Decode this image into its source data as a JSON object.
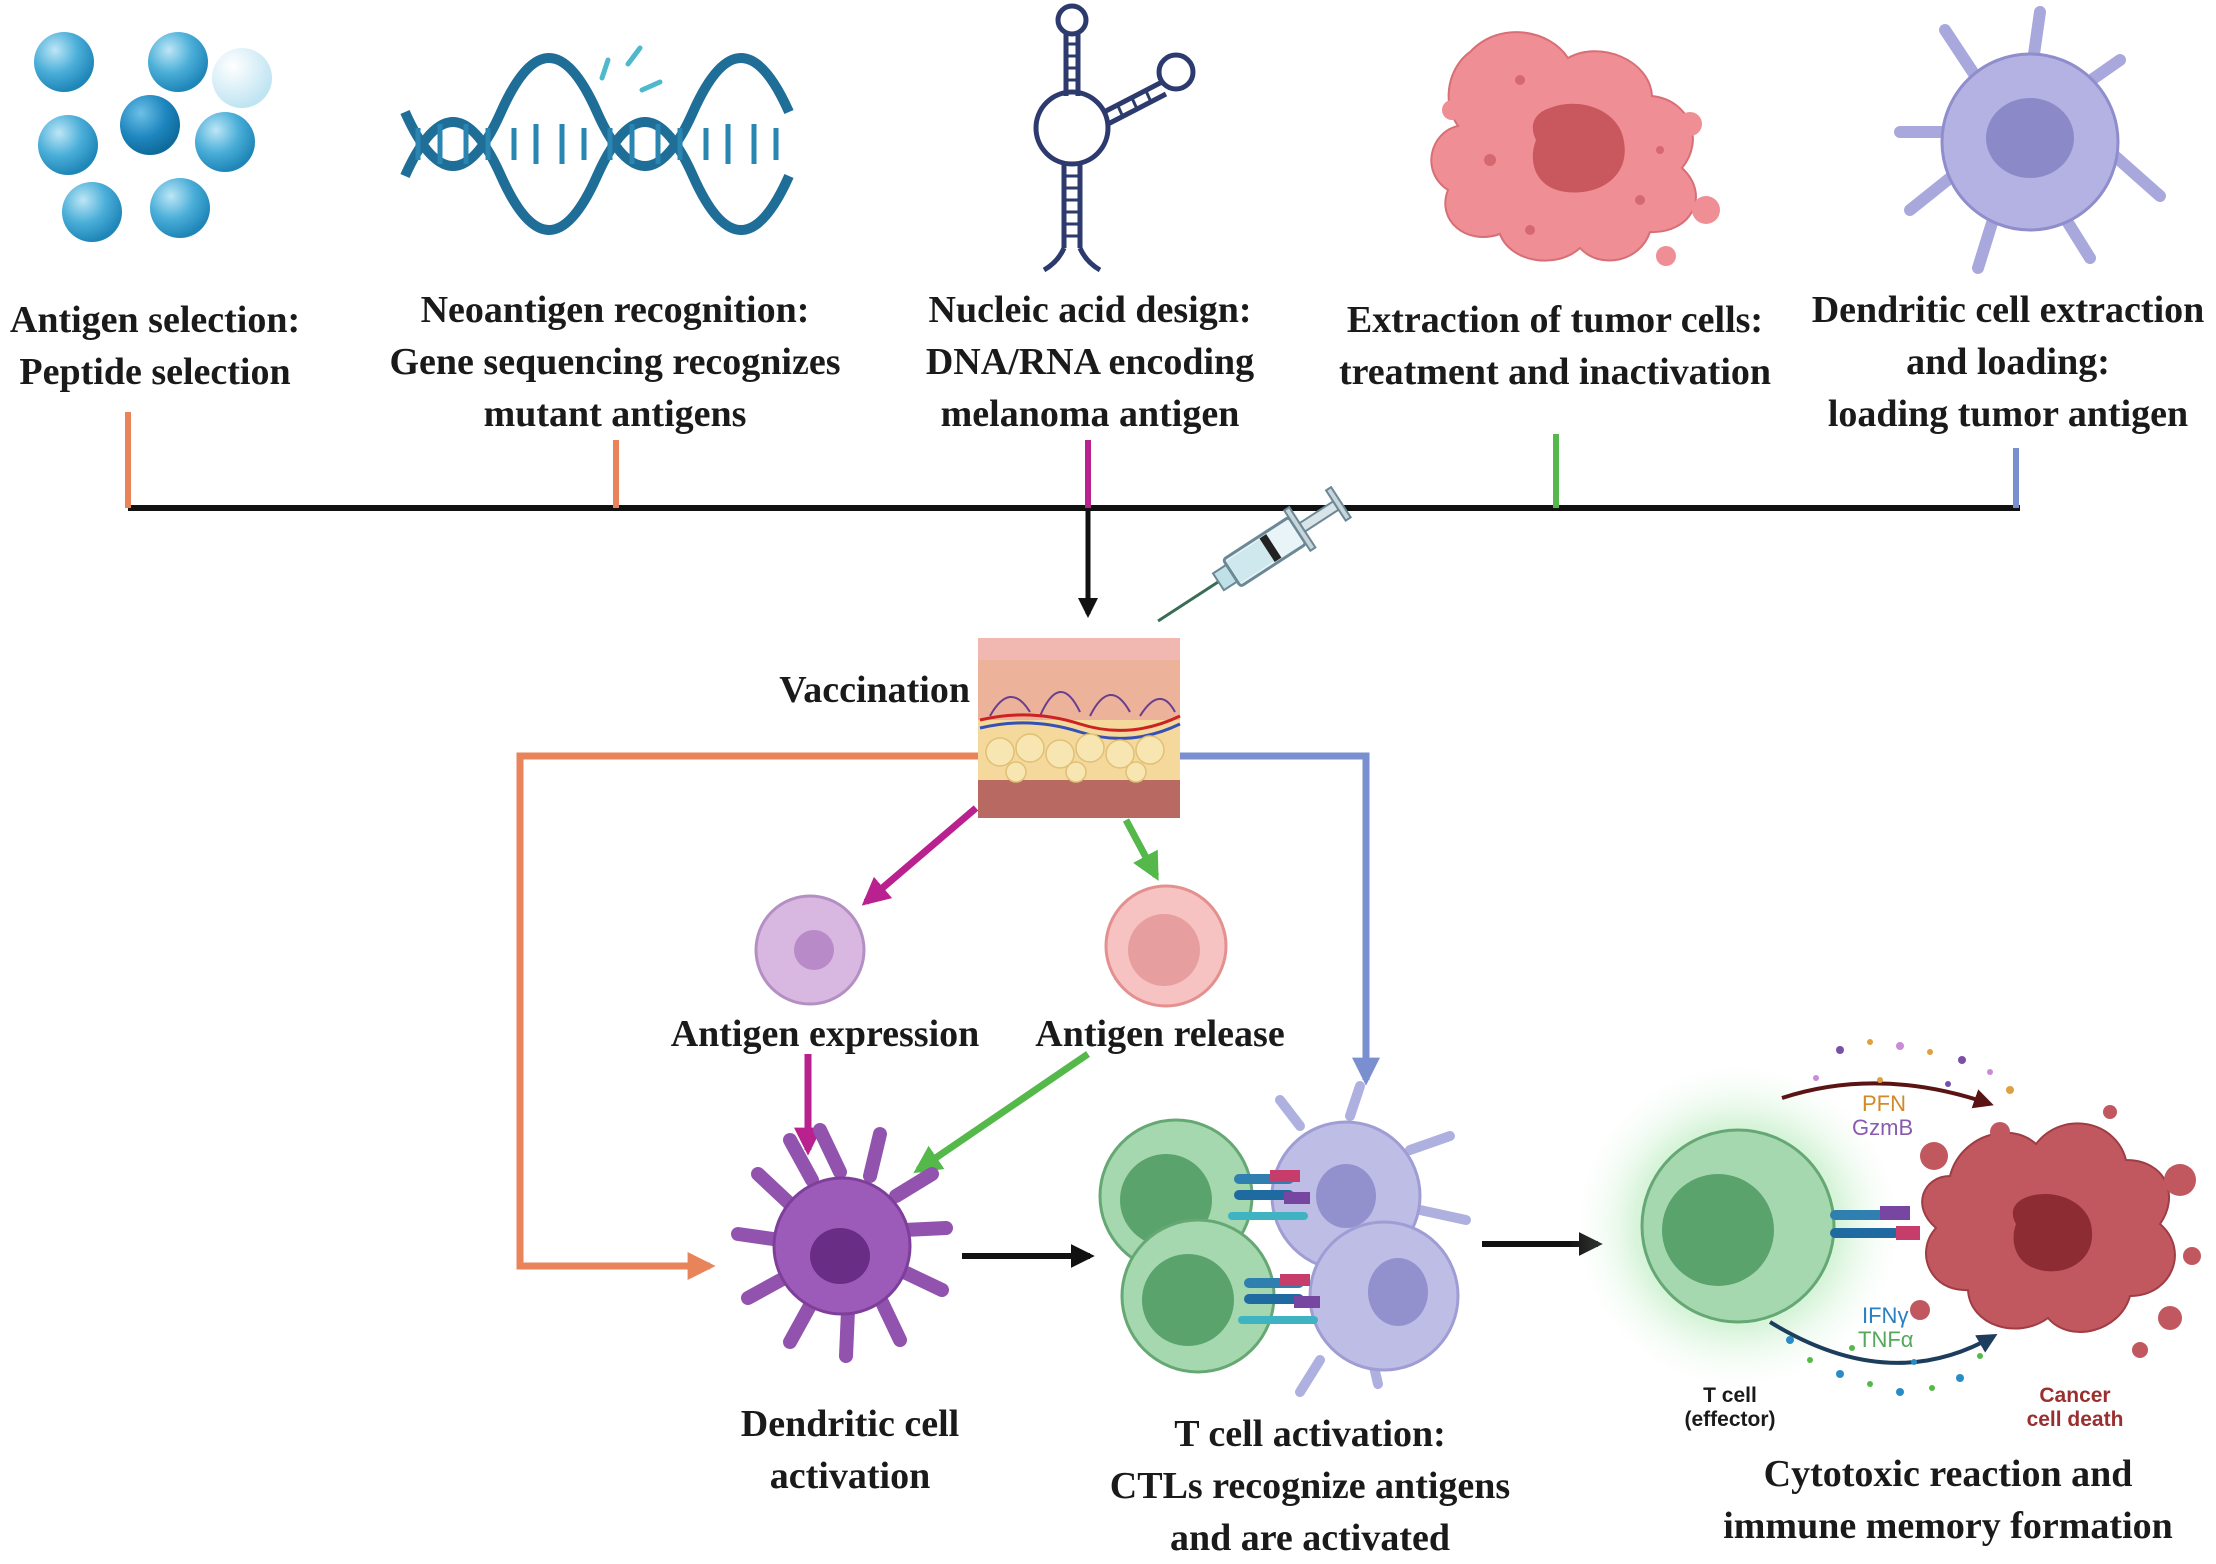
{
  "steps": [
    {
      "id": "antigen-selection",
      "lines": [
        "Antigen selection:",
        "Peptide selection"
      ],
      "color": "#e8835a"
    },
    {
      "id": "neoantigen-recognition",
      "lines": [
        "Neoantigen recognition:",
        "Gene sequencing recognizes",
        "mutant antigens"
      ],
      "color": "#e8835a"
    },
    {
      "id": "nucleic-acid-design",
      "lines": [
        "Nucleic acid design:",
        "DNA/RNA encoding",
        "melanoma antigen"
      ],
      "color": "#b8218e"
    },
    {
      "id": "tumor-cell-extraction",
      "lines": [
        "Extraction of tumor cells:",
        "treatment and inactivation"
      ],
      "color": "#55b84a"
    },
    {
      "id": "dendritic-cell-loading",
      "lines": [
        "Dendritic cell extraction",
        "and loading:",
        "loading tumor antigen"
      ],
      "color": "#7a8fd0"
    }
  ],
  "vaccination": "Vaccination",
  "antigen_expression": "Antigen expression",
  "antigen_release": "Antigen release",
  "dc_activation": [
    "Dendritic cell",
    "activation"
  ],
  "t_cell_activation": [
    "T cell activation:",
    "CTLs recognize antigens",
    "and are activated"
  ],
  "cytotoxic": [
    "Cytotoxic reaction and",
    "immune memory formation"
  ],
  "t_cell_effector": [
    "T cell",
    "(effector)"
  ],
  "cancer_cell_death": [
    "Cancer",
    "cell death"
  ],
  "molecules": {
    "pfn": "PFN",
    "gzmb": "GzmB",
    "ifng": "IFNγ",
    "tnfa": "TNFα"
  },
  "colors": {
    "orange": "#e8835a",
    "magenta": "#b8218e",
    "green": "#55b84a",
    "blue": "#7a8fd0",
    "black": "#111111",
    "cancer_text": "#9b2f2f"
  }
}
